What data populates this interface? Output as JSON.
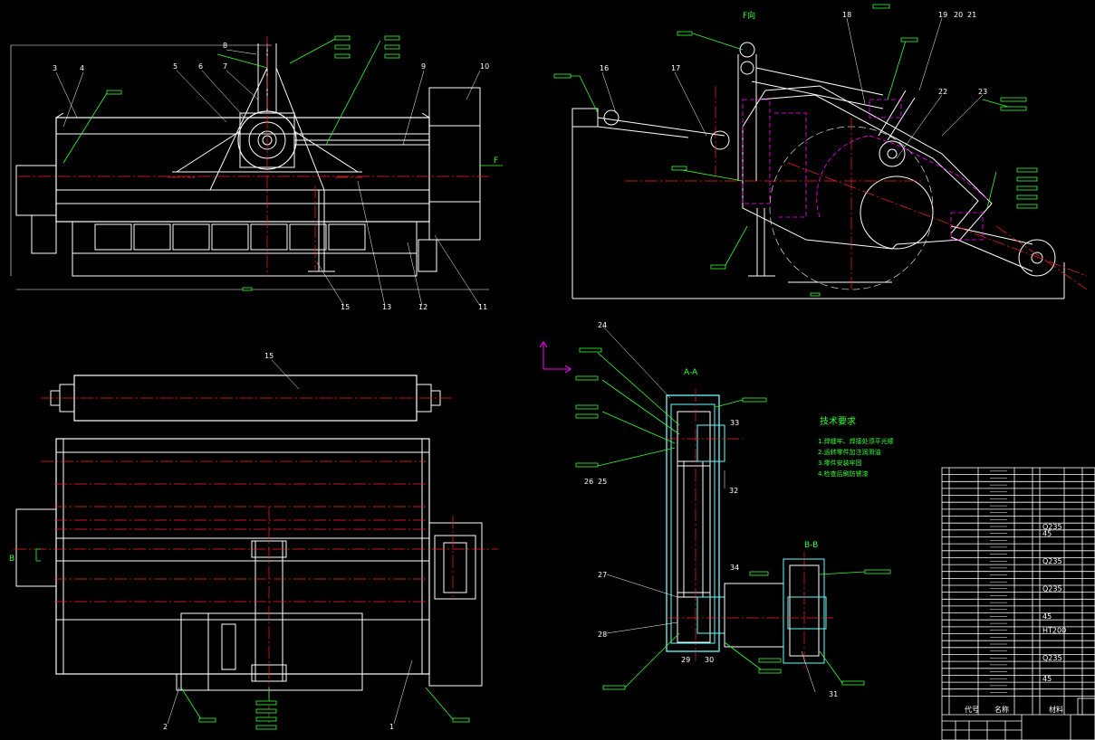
{
  "view_labels": {
    "f_view": "F向",
    "f_arrow": "F",
    "b_arrow": "B",
    "section_aa": "A-A",
    "section_bb": "B-B"
  },
  "technical_requirements": {
    "title": "技术要求",
    "items": [
      "1.焊缝牢、焊接处须平光顺",
      "2.运转零件加注润滑油",
      "3.零件安装牢固",
      "4.检查后刷防锈漆"
    ]
  },
  "callouts": {
    "front": [
      "3",
      "4",
      "5",
      "6",
      "7",
      "8",
      "9",
      "10",
      "11",
      "12",
      "13",
      "15"
    ],
    "side": [
      "16",
      "17",
      "18",
      "19",
      "20",
      "21",
      "22",
      "23"
    ],
    "plan": [
      "1",
      "2",
      "15"
    ],
    "section": [
      "24",
      "25",
      "26",
      "27",
      "28",
      "29",
      "30",
      "31",
      "32",
      "33",
      "34"
    ]
  },
  "title_block": {
    "col_code": "代号",
    "col_name": "名称",
    "col_material": "材料",
    "material_notes": [
      "Q235",
      "45",
      "Q235",
      "Q235",
      "45",
      "HT200",
      "Q235",
      "45"
    ]
  },
  "colors": {
    "background": "#000000",
    "outline": "#ffffff",
    "centerline": "#ff2020",
    "leader": "#33ff33",
    "hidden": "#ff00ff",
    "section": "#66ffff"
  }
}
